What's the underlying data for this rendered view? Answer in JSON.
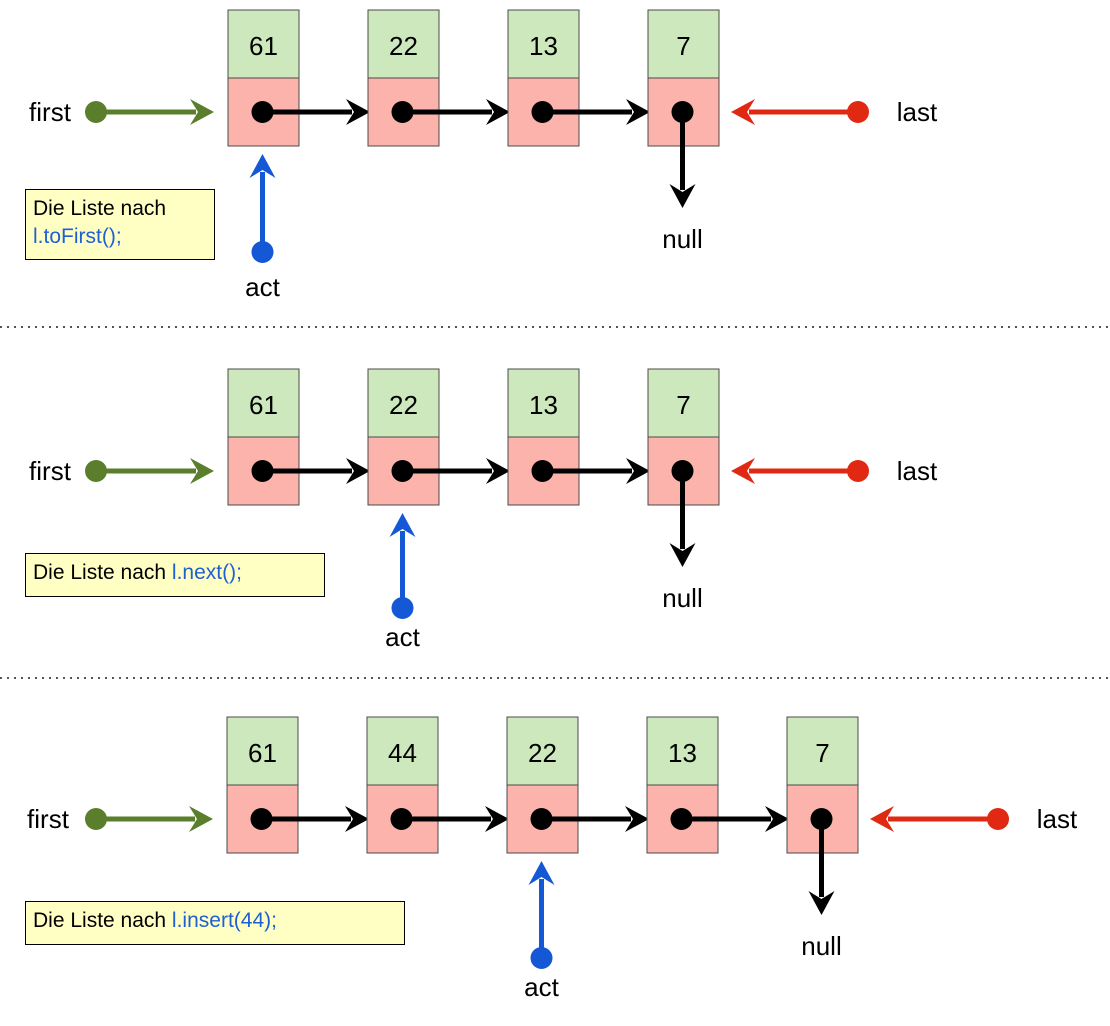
{
  "colors": {
    "value_fill": "#cde8bd",
    "pointer_fill": "#fbb3ac",
    "cell_stroke": "#4b4b4b",
    "first_arrow": "#5a7e2b",
    "last_arrow": "#e02812",
    "act_arrow": "#1558d6",
    "note_fill": "#ffffc4",
    "code_text": "#1f5fd6"
  },
  "panels": [
    {
      "nodes": [
        "61",
        "22",
        "13",
        "7"
      ],
      "act_index": 0,
      "labels": {
        "first": "first",
        "last": "last",
        "act": "act",
        "null": "null"
      },
      "note": {
        "prefix": "Die Liste nach",
        "code": "l.toFirst();",
        "wrapped": true
      }
    },
    {
      "nodes": [
        "61",
        "22",
        "13",
        "7"
      ],
      "act_index": 1,
      "labels": {
        "first": "first",
        "last": "last",
        "act": "act",
        "null": "null"
      },
      "note": {
        "prefix": "Die Liste nach",
        "code": "l.next();",
        "wrapped": false
      }
    },
    {
      "nodes": [
        "61",
        "44",
        "22",
        "13",
        "7"
      ],
      "act_index": 2,
      "labels": {
        "first": "first",
        "last": "last",
        "act": "act",
        "null": "null"
      },
      "note": {
        "prefix": "Die Liste nach",
        "code": "l.insert(44);",
        "wrapped": false
      }
    }
  ]
}
